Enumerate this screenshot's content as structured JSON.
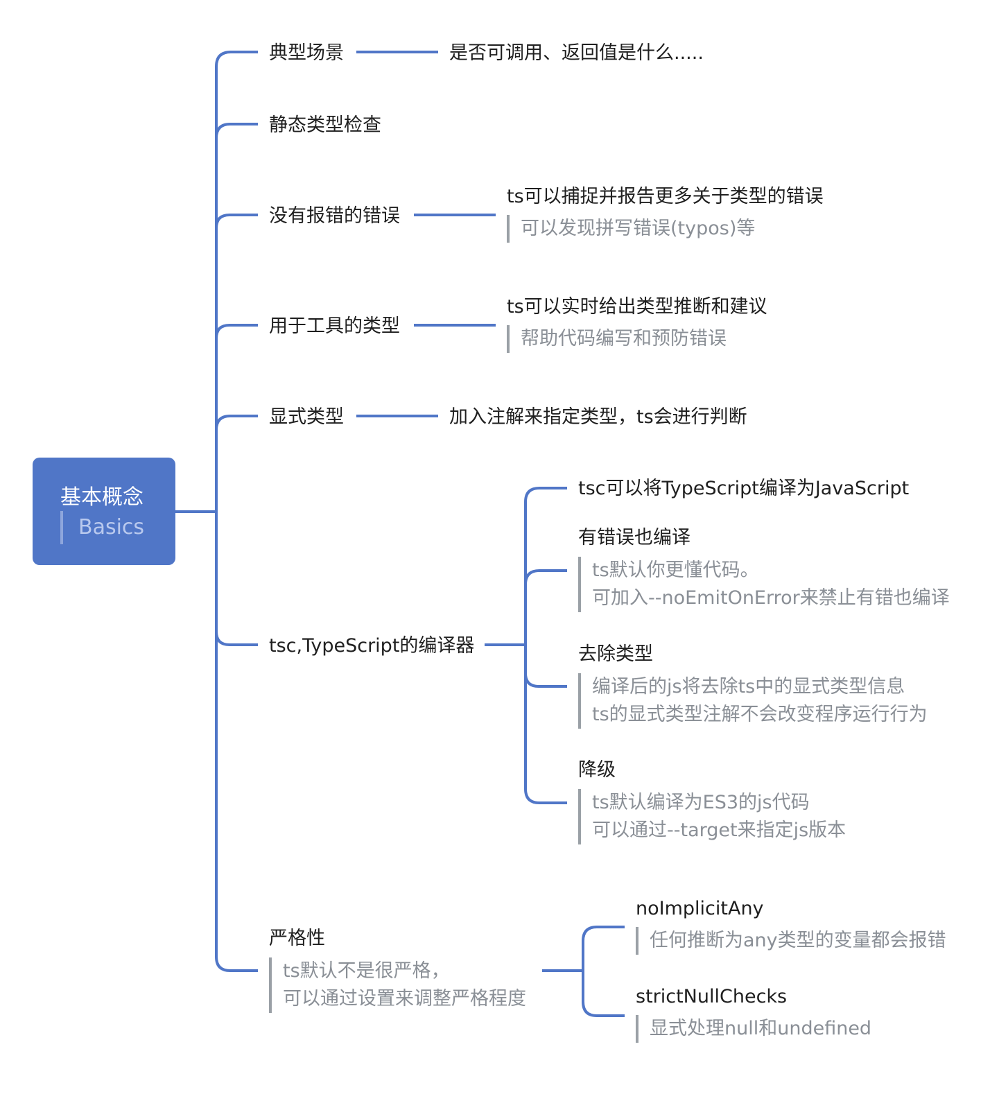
{
  "colors": {
    "accent": "#5076c7",
    "note_bar": "#9aa0a6",
    "note_text": "#8a8f96",
    "text": "#1f1f1f"
  },
  "root": {
    "title": "基本概念",
    "note": "Basics"
  },
  "branches": {
    "scene": {
      "label": "典型场景",
      "child": "是否可调用、返回值是什么....."
    },
    "static_check": {
      "label": "静态类型检查"
    },
    "no_error": {
      "label": "没有报错的错误",
      "child": "ts可以捕捉并报告更多关于类型的错误",
      "note": "可以发现拼写错误(typos)等"
    },
    "tooling": {
      "label": "用于工具的类型",
      "child": "ts可以实时给出类型推断和建议",
      "note": "帮助代码编写和预防错误"
    },
    "explicit": {
      "label": "显式类型",
      "child": "加入注解来指定类型，ts会进行判断"
    },
    "tsc": {
      "label": "tsc,TypeScript的编译器",
      "c1": {
        "label": "tsc可以将TypeScript编译为JavaScript"
      },
      "c2": {
        "label": "有错误也编译",
        "note": [
          "ts默认你更懂代码。",
          "可加入--noEmitOnError来禁止有错也编译"
        ]
      },
      "c3": {
        "label": "去除类型",
        "note": [
          "编译后的js将去除ts中的显式类型信息",
          "ts的显式类型注解不会改变程序运行行为"
        ]
      },
      "c4": {
        "label": "降级",
        "note": [
          "ts默认编译为ES3的js代码",
          "可以通过--target来指定js版本"
        ]
      }
    },
    "strict": {
      "label": "严格性",
      "note": [
        "ts默认不是很严格，",
        "可以通过设置来调整严格程度"
      ],
      "c1": {
        "label": "noImplicitAny",
        "note": "任何推断为any类型的变量都会报错"
      },
      "c2": {
        "label": "strictNullChecks",
        "note": "显式处理null和undefined"
      }
    }
  }
}
